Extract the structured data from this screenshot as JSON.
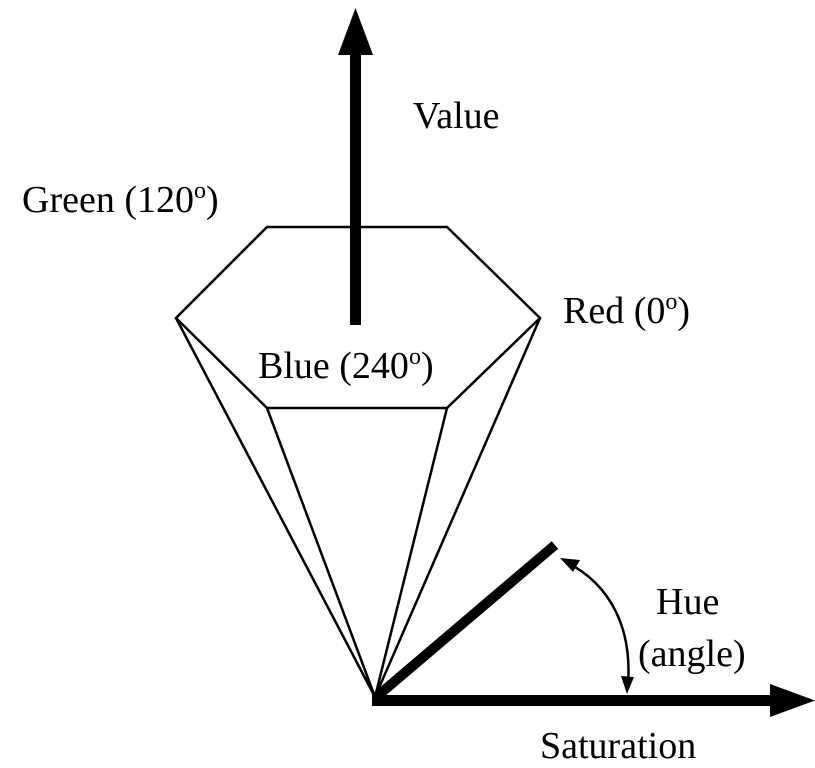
{
  "labels": {
    "value": "Value",
    "green": {
      "text": "Green (120",
      "sup": "o",
      "close": ")"
    },
    "red": {
      "text": "Red (0",
      "sup": "o",
      "close": ")"
    },
    "blue": {
      "text": "Blue (240",
      "sup": "o",
      "close": ")"
    },
    "hue_line1": "Hue",
    "hue_line2": "(angle)",
    "saturation": "Saturation"
  },
  "colors": {
    "stroke": "#000000",
    "background": "#ffffff"
  }
}
